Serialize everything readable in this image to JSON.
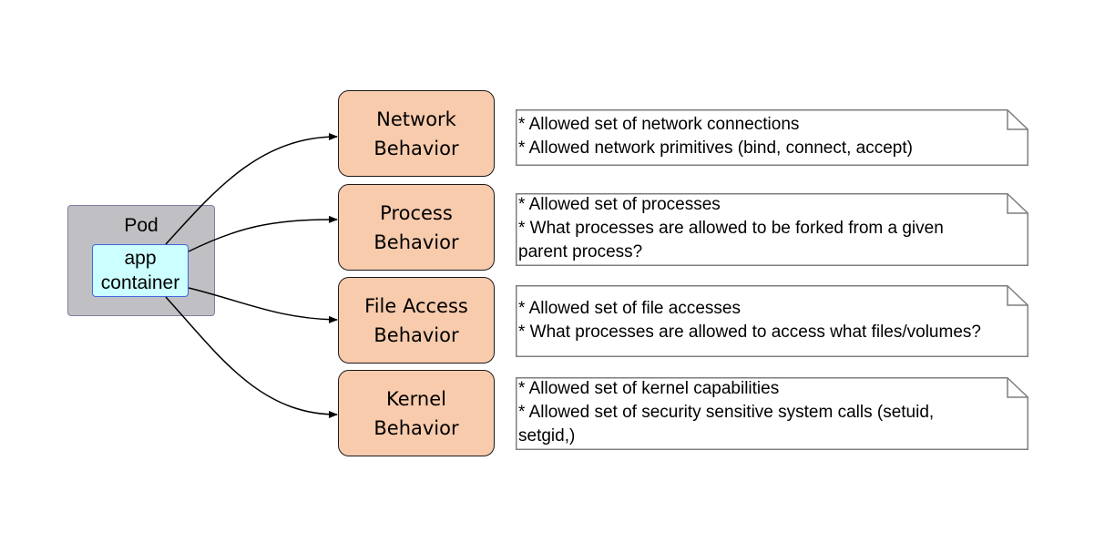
{
  "pod": {
    "label": "Pod",
    "container_line1": "app",
    "container_line2": "container"
  },
  "behaviors": [
    {
      "line1": "Network",
      "line2": "Behavior"
    },
    {
      "line1": "Process",
      "line2": "Behavior"
    },
    {
      "line1": "File Access",
      "line2": "Behavior"
    },
    {
      "line1": "Kernel",
      "line2": "Behavior"
    }
  ],
  "notes": [
    {
      "lines": [
        "* Allowed set of network connections",
        "* Allowed network primitives (bind, connect, accept)"
      ]
    },
    {
      "lines": [
        "* Allowed set of processes",
        "* What processes are allowed to be forked from a given",
        "parent process?"
      ]
    },
    {
      "lines": [
        "* Allowed set of file accesses",
        "* What processes are allowed to access what files/volumes?"
      ]
    },
    {
      "lines": [
        "* Allowed set of kernel capabilities",
        "* Allowed set of security sensitive system calls (setuid,",
        "setgid,)"
      ]
    }
  ]
}
